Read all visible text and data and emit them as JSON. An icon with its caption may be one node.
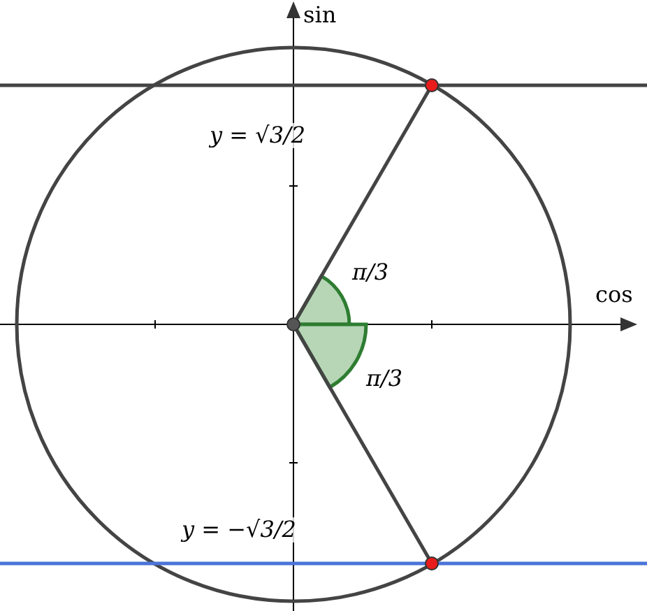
{
  "diagram": {
    "labels": [
      "sin",
      "cos",
      "y = √3/2",
      "π/3",
      "π/3",
      "y = −√3/2"
    ]
  }
}
